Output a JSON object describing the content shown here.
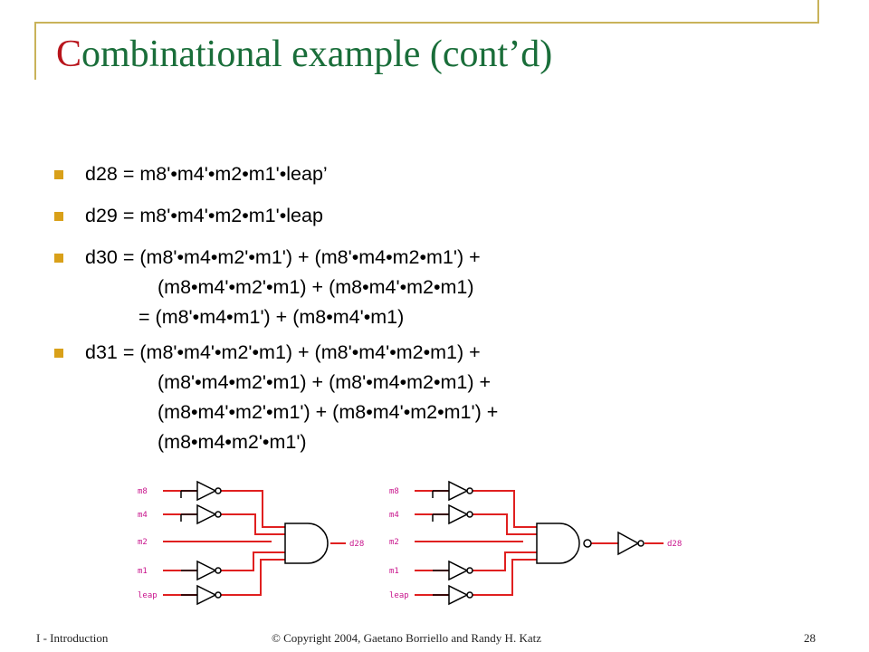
{
  "title_first_letter": "C",
  "title_rest": "ombinational example (cont’d)",
  "bullets": [
    [
      "d28 = m8'•m4'•m2•m1'•leap’"
    ],
    [
      "d29 = m8'•m4'•m2•m1'•leap"
    ],
    [
      "d30 = (m8'•m4•m2'•m1') + (m8'•m4•m2•m1') +",
      "(m8•m4'•m2'•m1) + (m8•m4'•m2•m1)",
      "= (m8'•m4•m1') + (m8•m4'•m1)"
    ],
    [
      "d31 = (m8'•m4'•m2'•m1) + (m8'•m4'•m2•m1) +",
      "(m8'•m4•m2'•m1) + (m8'•m4•m2•m1) +",
      "(m8•m4'•m2'•m1') + (m8•m4'•m2•m1') +",
      "(m8•m4•m2'•m1')"
    ]
  ],
  "circuit_left": {
    "inputs": [
      "m8",
      "m4",
      "m2",
      "m1",
      "leap"
    ],
    "output": "d28"
  },
  "circuit_right": {
    "inputs": [
      "m8",
      "m4",
      "m2",
      "m1",
      "leap"
    ],
    "output": "d28"
  },
  "footer": {
    "left": "I - Introduction",
    "center": "© Copyright 2004, Gaetano Borriello and Randy H. Katz",
    "page": "28"
  },
  "colors": {
    "title": "#1a6e3a",
    "title_initial": "#b8141b",
    "bullet": "#d9a019",
    "frame": "#c9b35a",
    "wire": "#e02020",
    "signal_label": "#c8148c"
  }
}
